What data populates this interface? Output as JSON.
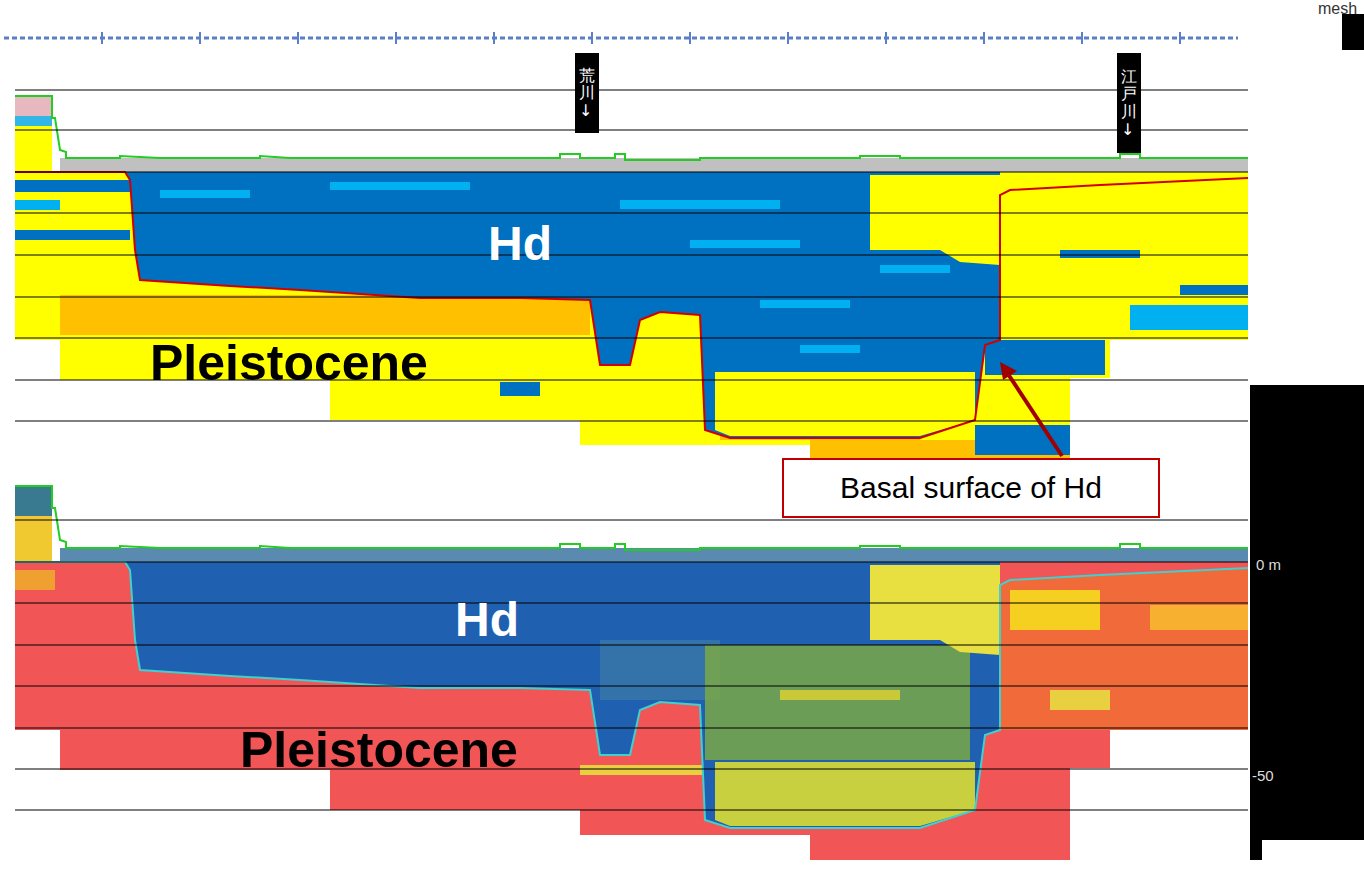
{
  "diagram": {
    "nodes": [
      {
        "text": [
          "荒川↓"
        ]
      },
      {
        "text": [
          "江戸川↓"
        ]
      },
      {
        "text": [
          "Basal surface of Hd"
        ]
      }
    ],
    "labels": [
      "mesh",
      "Hd",
      "Pleistocene",
      "Hd",
      "Pleistocene",
      "0 m",
      "-50"
    ]
  }
}
